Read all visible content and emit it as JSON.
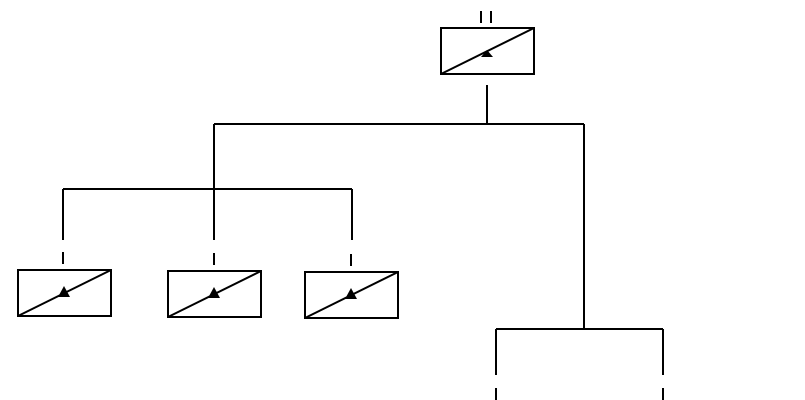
{
  "diagram": {
    "colors": {
      "stroke": "#000000",
      "box_fill": "#ffffff",
      "background": "#ffffff"
    },
    "symbol": {
      "type": "rectifier-converter-icon",
      "parts": [
        "rectangle-outline",
        "diagonal-line",
        "triangle-marker"
      ]
    },
    "nodes": [
      {
        "id": "top-converter"
      },
      {
        "id": "converter-left-1"
      },
      {
        "id": "converter-left-2"
      },
      {
        "id": "converter-left-3"
      }
    ],
    "connections": [
      {
        "from": "top-converter",
        "to": "bus-left"
      },
      {
        "from": "top-converter",
        "to": "bus-right"
      },
      {
        "from": "bus-left",
        "to": "converter-left-1"
      },
      {
        "from": "bus-left",
        "to": "converter-left-2"
      },
      {
        "from": "bus-left",
        "to": "converter-left-3"
      },
      {
        "from": "bus-right",
        "to": "offscreen-branch-left"
      },
      {
        "from": "bus-right",
        "to": "offscreen-branch-right"
      }
    ]
  }
}
